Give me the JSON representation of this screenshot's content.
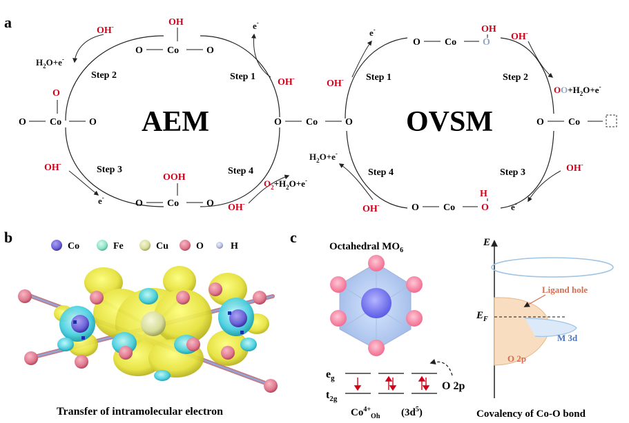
{
  "panels": {
    "a": "a",
    "b": "b",
    "c": "c"
  },
  "species": {
    "oh_minus": "OH",
    "minus": "-",
    "e_minus": "e",
    "h2o_e": "H",
    "h2o_2": "2",
    "h2o_rest": "O+e",
    "o2_h2o_e_O": "O",
    "o2_h2o_e_2": "2",
    "o2_h2o_e_rest": "+H",
    "o2_h2o_e_2b": "2",
    "o2_h2o_e_tail": "O+e",
    "oo_O1": "O",
    "oo_O2": "O",
    "oo_rest": "+H",
    "oo_2": "2",
    "oo_tail": "O+e"
  },
  "intermediates": {
    "co": "Co",
    "o": "O",
    "oh": "OH",
    "ooh": "OOH",
    "h": "H",
    "bond": "—"
  },
  "aem": {
    "label": "AEM",
    "steps": [
      "Step 1",
      "Step 2",
      "Step 3",
      "Step 4"
    ]
  },
  "ovsm": {
    "label": "OVSM",
    "steps": [
      "Step 1",
      "Step 2",
      "Step 3",
      "Step 4"
    ]
  },
  "panel_b": {
    "legend": [
      {
        "label": "Co",
        "color": "#5b4fc6"
      },
      {
        "label": "Fe",
        "color": "#8fe3c8"
      },
      {
        "label": "Cu",
        "color": "#d7dc9a"
      },
      {
        "label": "O",
        "color": "#e0788e"
      },
      {
        "label": "H",
        "color": "#b8bde0"
      }
    ],
    "caption": "Transfer of intramolecular electron"
  },
  "panel_c": {
    "octa_title": "Octahedral MO",
    "octa_sub": "6",
    "eg": "e",
    "eg_sub": "g",
    "t2g": "t",
    "t2g_sub": "2g",
    "o2p_label": "O 2p",
    "co_label": "Co",
    "co_sup": "4+",
    "co_sub": "Oh",
    "config": "(3d",
    "config_sup": "5",
    "config_close": ")",
    "axis_E": "E",
    "axis_EF": "E",
    "axis_EF_sub": "F",
    "ligand_hole": "Ligand hole",
    "m3d": "M 3d",
    "o2p": "O 2p",
    "caption": "Covalency of Co-O  bond"
  }
}
